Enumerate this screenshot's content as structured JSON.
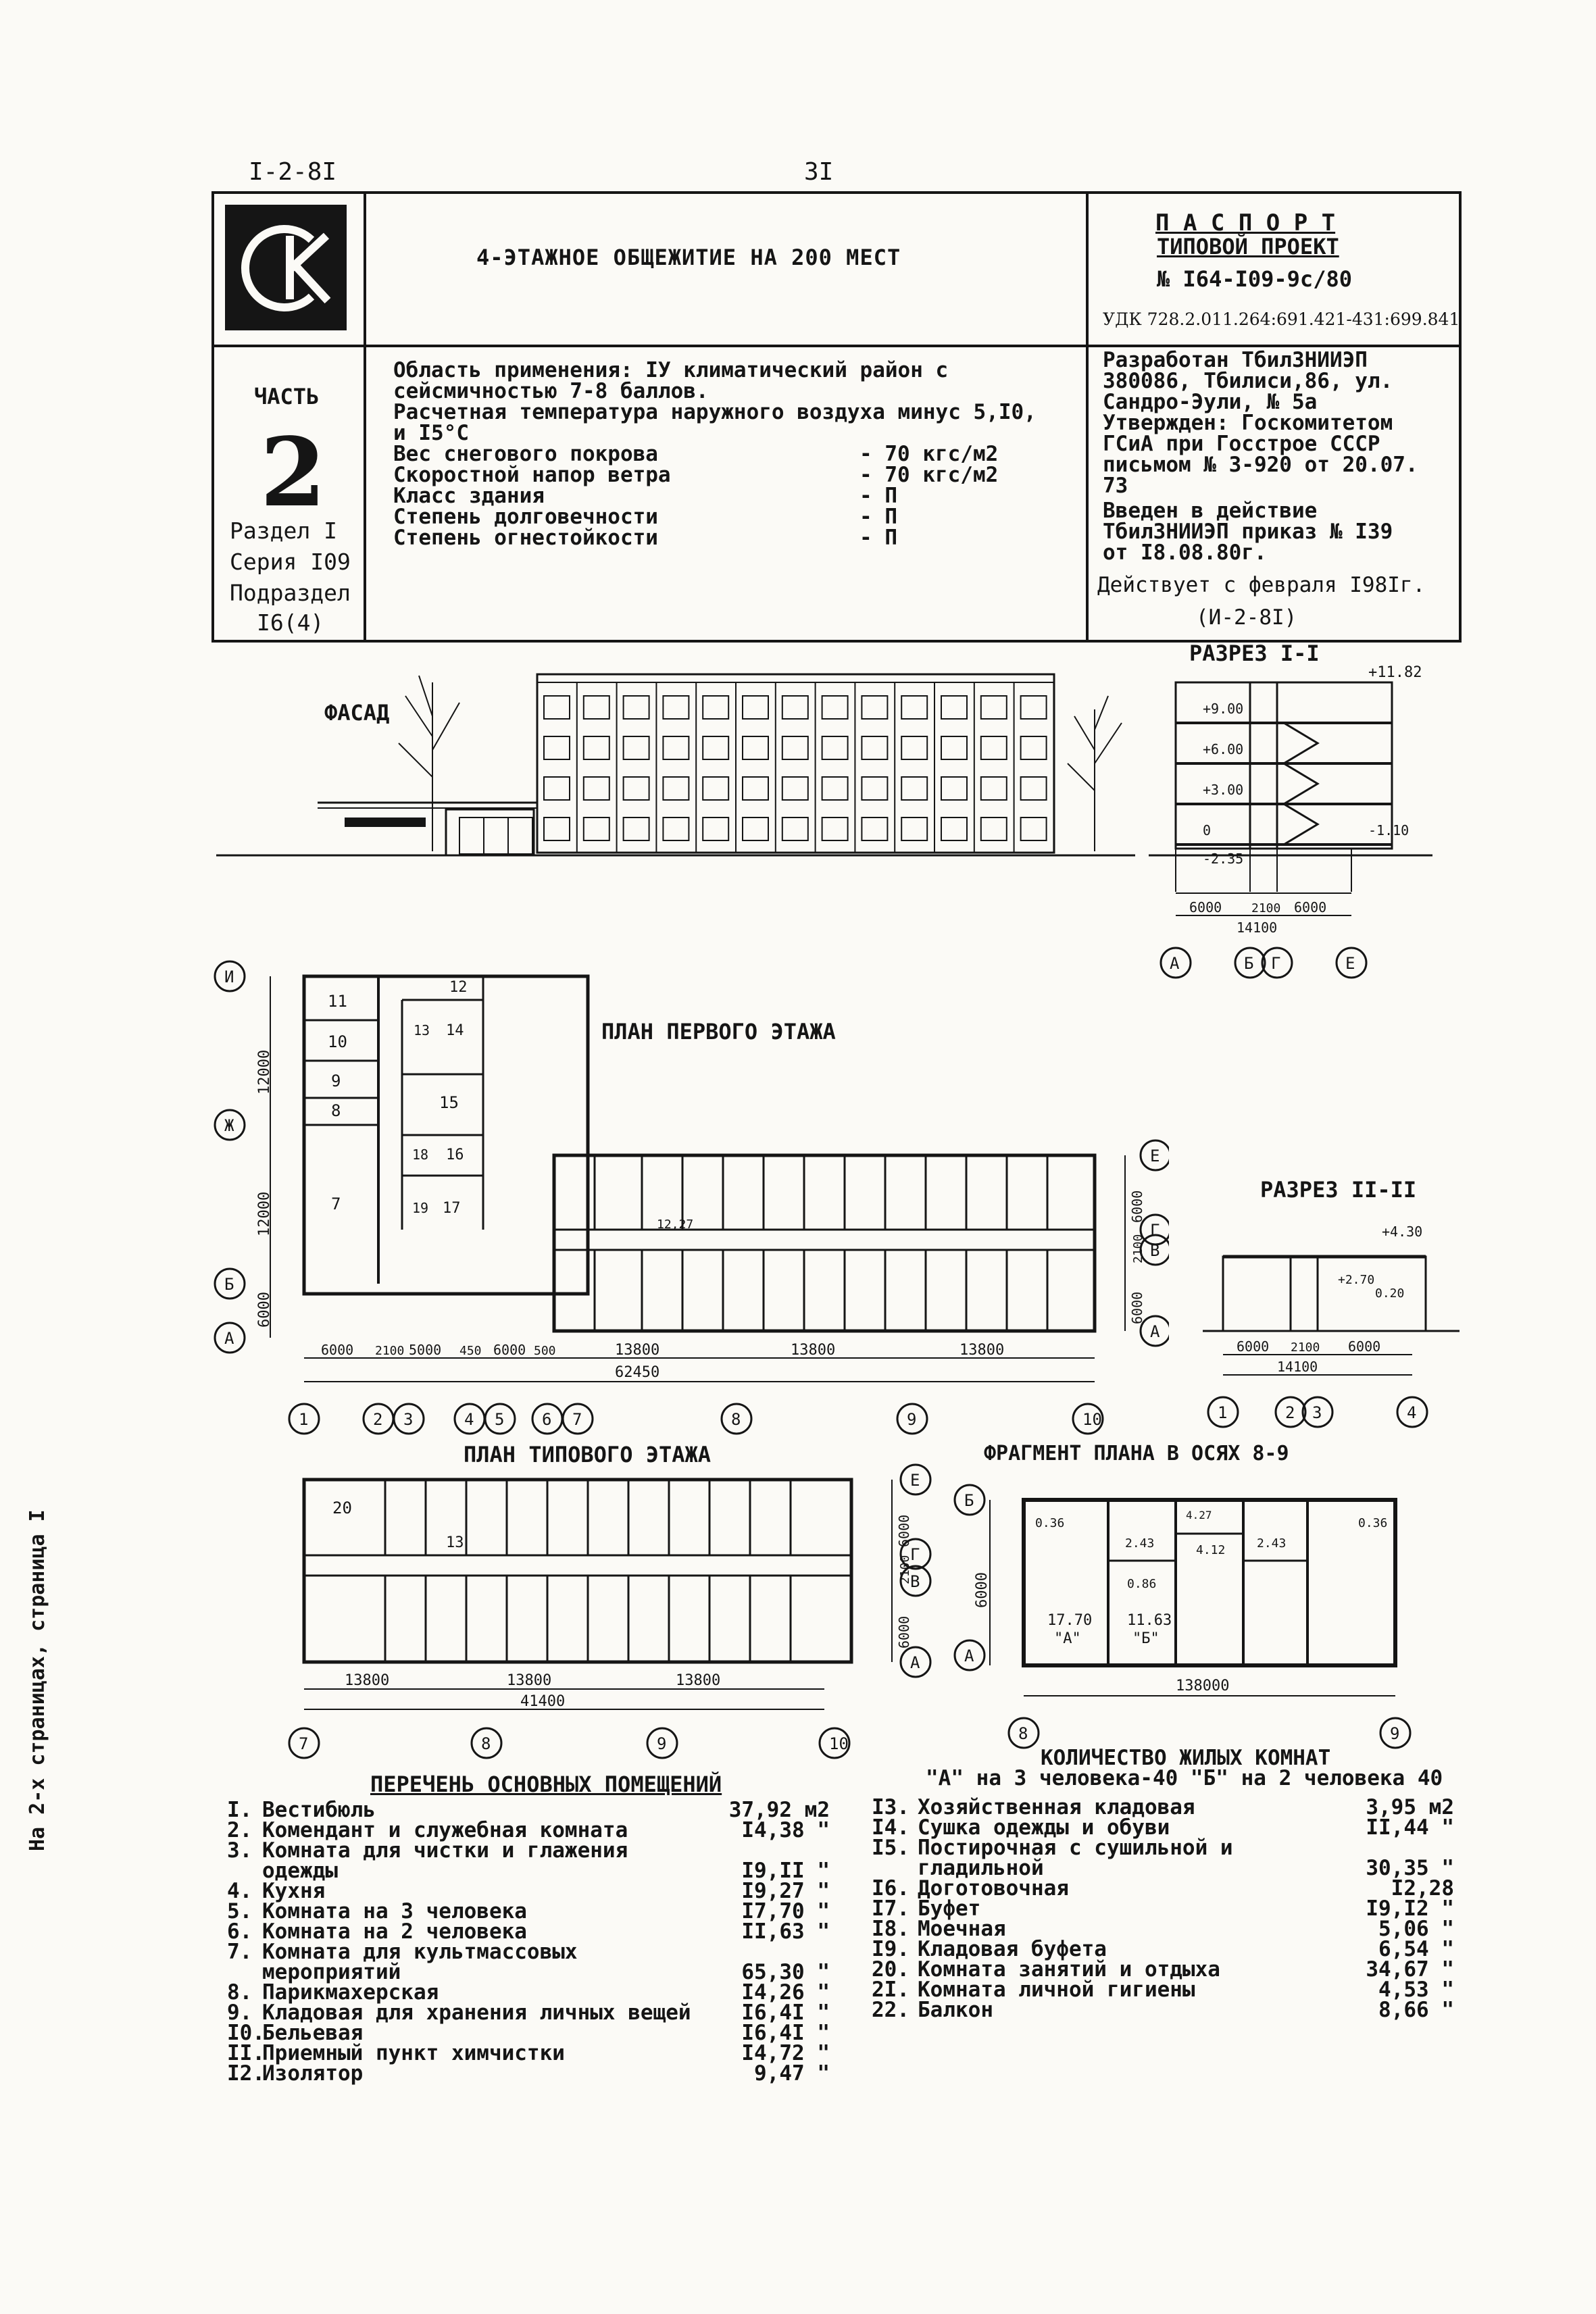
{
  "header": {
    "code_left": "I-2-8I",
    "page_number": "3I"
  },
  "title_block": {
    "logo_letters": "СК",
    "project_title": "4-ЭТАЖНОЕ ОБЩЕЖИТИЕ НА 200 МЕСТ",
    "passport_label": "П А С П О Р Т",
    "typical_project": "ТИПОВОЙ ПРОЕКТ",
    "project_number": "№ I64-I09-9с/80",
    "udk": "УДК 728.2.011.264:691.421-431:699.841",
    "part_label": "ЧАСТЬ",
    "part_number": "2",
    "section": "Раздел I",
    "series": "Серия I09",
    "subsection": "Подраздел",
    "subsection_num": "I6(4)",
    "params": [
      {
        "label": "Область применения: IУ климатический район с",
        "value": ""
      },
      {
        "label": "сейсмичностью 7-8 баллов.",
        "value": ""
      },
      {
        "label": "Расчетная температура наружного воздуха минус 5,I0,",
        "value": ""
      },
      {
        "label": "и I5°С",
        "value": ""
      },
      {
        "label": "Вес снегового покрова",
        "value": "- 70 кгс/м2"
      },
      {
        "label": "Скоростной напор ветра",
        "value": "- 70 кгс/м2"
      },
      {
        "label": "Класс здания",
        "value": "- П"
      },
      {
        "label": "Степень долговечности",
        "value": "- П"
      },
      {
        "label": "Степень огнестойкости",
        "value": "- П"
      }
    ],
    "developer": [
      "Разработан ТбилЗНИИЭП",
      "380086, Тбилиси,86, ул.",
      "Сандро-Эули, № 5а",
      "Утвержден: Госкомитетом",
      "ГСиА при Госстрое СССР",
      "письмом № 3-920 от 20.07.",
      "73",
      "Введен в действие",
      "ТбилЗНИИЭП приказ № I39",
      "от I8.08.80г."
    ],
    "effective": "Действует с февраля I98Iг.",
    "code_ref": "(И-2-8I)"
  },
  "drawings": {
    "facade_title": "ФАСАД",
    "section1_title": "РАЗРЕЗ I-I",
    "section1_levels": [
      "+11.82",
      "+9.00",
      "+6.00",
      "+3.00",
      "0",
      "-2.35",
      "-1.10"
    ],
    "section1_dims": [
      "6000",
      "2100",
      "6000",
      "14100"
    ],
    "section1_axes": [
      "А",
      "Б",
      "Г",
      "Е"
    ],
    "plan1_title": "ПЛАН ПЕРВОГО ЭТАЖА",
    "plan1_dims": [
      "6000",
      "2100",
      "5000",
      "450",
      "6000",
      "500",
      "13800",
      "13800",
      "13800",
      "62450"
    ],
    "plan1_left_dims": [
      "12000",
      "12000",
      "6000"
    ],
    "plan1_axes_bottom": [
      "1",
      "2",
      "3",
      "4",
      "5",
      "6",
      "7",
      "8",
      "9",
      "10"
    ],
    "plan1_axes_left": [
      "И",
      "Ж",
      "Б",
      "А"
    ],
    "plan1_axes_right": [
      "Е",
      "Г",
      "В",
      "А"
    ],
    "plan1_right_dims": [
      "6000",
      "2100",
      "6000"
    ],
    "plan1_corridor_label": "12,27",
    "section2_title": "РАЗРЕЗ II-II",
    "section2_levels": [
      "+4.30",
      "+2.70",
      "0.20"
    ],
    "section2_dims": [
      "6000",
      "2100",
      "6000",
      "14100"
    ],
    "section2_axes": [
      "1",
      "2",
      "3",
      "4"
    ],
    "typical_plan_title": "ПЛАН ТИПОВОГО ЭТАЖА",
    "typical_dims": [
      "13800",
      "13800",
      "13800",
      "41400"
    ],
    "typical_axes_bottom": [
      "7",
      "8",
      "9",
      "10"
    ],
    "typical_axes_right": [
      "Е",
      "Г",
      "В",
      "А"
    ],
    "typical_right_dims": [
      "6000",
      "2100",
      "6000"
    ],
    "fragment_title": "ФРАГМЕНТ ПЛАНА В ОСЯХ 8-9",
    "fragment_dim_side": "6000",
    "fragment_dim_bottom": "138000",
    "fragment_axes": [
      "8",
      "9",
      "Б",
      "А"
    ],
    "fragment_labels": [
      "0.36",
      "2.43",
      "4.12",
      "4.27",
      "2.43",
      "0.36",
      "17.70",
      "\"А\"",
      "11.63",
      "\"Б\"",
      "0.86"
    ]
  },
  "rooms_count": {
    "title": "КОЛИЧЕСТВО ЖИЛЫХ КОМНАТ",
    "text": "\"А\" на 3 человека-40 \"Б\" на 2 человека 40"
  },
  "rooms_list_title": "ПЕРЕЧЕНЬ ОСНОВНЫХ ПОМЕЩЕНИЙ",
  "rooms_left": [
    {
      "num": "I.",
      "name": "Вестибюль",
      "area": "37,92 м2"
    },
    {
      "num": "2.",
      "name": "Комендант и служебная комната",
      "area": "I4,38 \""
    },
    {
      "num": "3.",
      "name": "Комната для чистки и глажения",
      "area": ""
    },
    {
      "num": "",
      "name": "одежды",
      "area": "I9,II \""
    },
    {
      "num": "4.",
      "name": "Кухня",
      "area": "I9,27 \""
    },
    {
      "num": "5.",
      "name": "Комната на 3 человека",
      "area": "I7,70 \""
    },
    {
      "num": "6.",
      "name": "Комната на 2 человека",
      "area": "II,63 \""
    },
    {
      "num": "7.",
      "name": "Комната для культмассовых",
      "area": ""
    },
    {
      "num": "",
      "name": "мероприятий",
      "area": "65,30 \""
    },
    {
      "num": "8.",
      "name": "Парикмахерская",
      "area": "I4,26 \""
    },
    {
      "num": "9.",
      "name": "Кладовая для хранения личных вещей",
      "area": "I6,4I \""
    },
    {
      "num": "I0.",
      "name": "Бельевая",
      "area": "I6,4I \""
    },
    {
      "num": "II.",
      "name": "Приемный пункт химчистки",
      "area": "I4,72 \""
    },
    {
      "num": "I2.",
      "name": "Изолятор",
      "area": "9,47 \""
    }
  ],
  "rooms_right": [
    {
      "num": "I3.",
      "name": "Хозяйственная кладовая",
      "area": "3,95 м2"
    },
    {
      "num": "I4.",
      "name": "Сушка одежды и обуви",
      "area": "II,44 \""
    },
    {
      "num": "I5.",
      "name": "Постирочная с сушильной и",
      "area": ""
    },
    {
      "num": "",
      "name": "гладильной",
      "area": "30,35 \""
    },
    {
      "num": "I6.",
      "name": "Доготовочная",
      "area": "I2,28"
    },
    {
      "num": "I7.",
      "name": "Буфет",
      "area": "I9,I2 \""
    },
    {
      "num": "I8.",
      "name": "Моечная",
      "area": "5,06 \""
    },
    {
      "num": "I9.",
      "name": "Кладовая буфета",
      "area": "6,54 \""
    },
    {
      "num": "20.",
      "name": "Комната занятий и отдыха",
      "area": "34,67 \""
    },
    {
      "num": "2I.",
      "name": "Комната личной гигиены",
      "area": "4,53 \""
    },
    {
      "num": "22.",
      "name": "Балкон",
      "area": "8,66 \""
    }
  ],
  "side_note": "На 2-х страницах, страница I"
}
